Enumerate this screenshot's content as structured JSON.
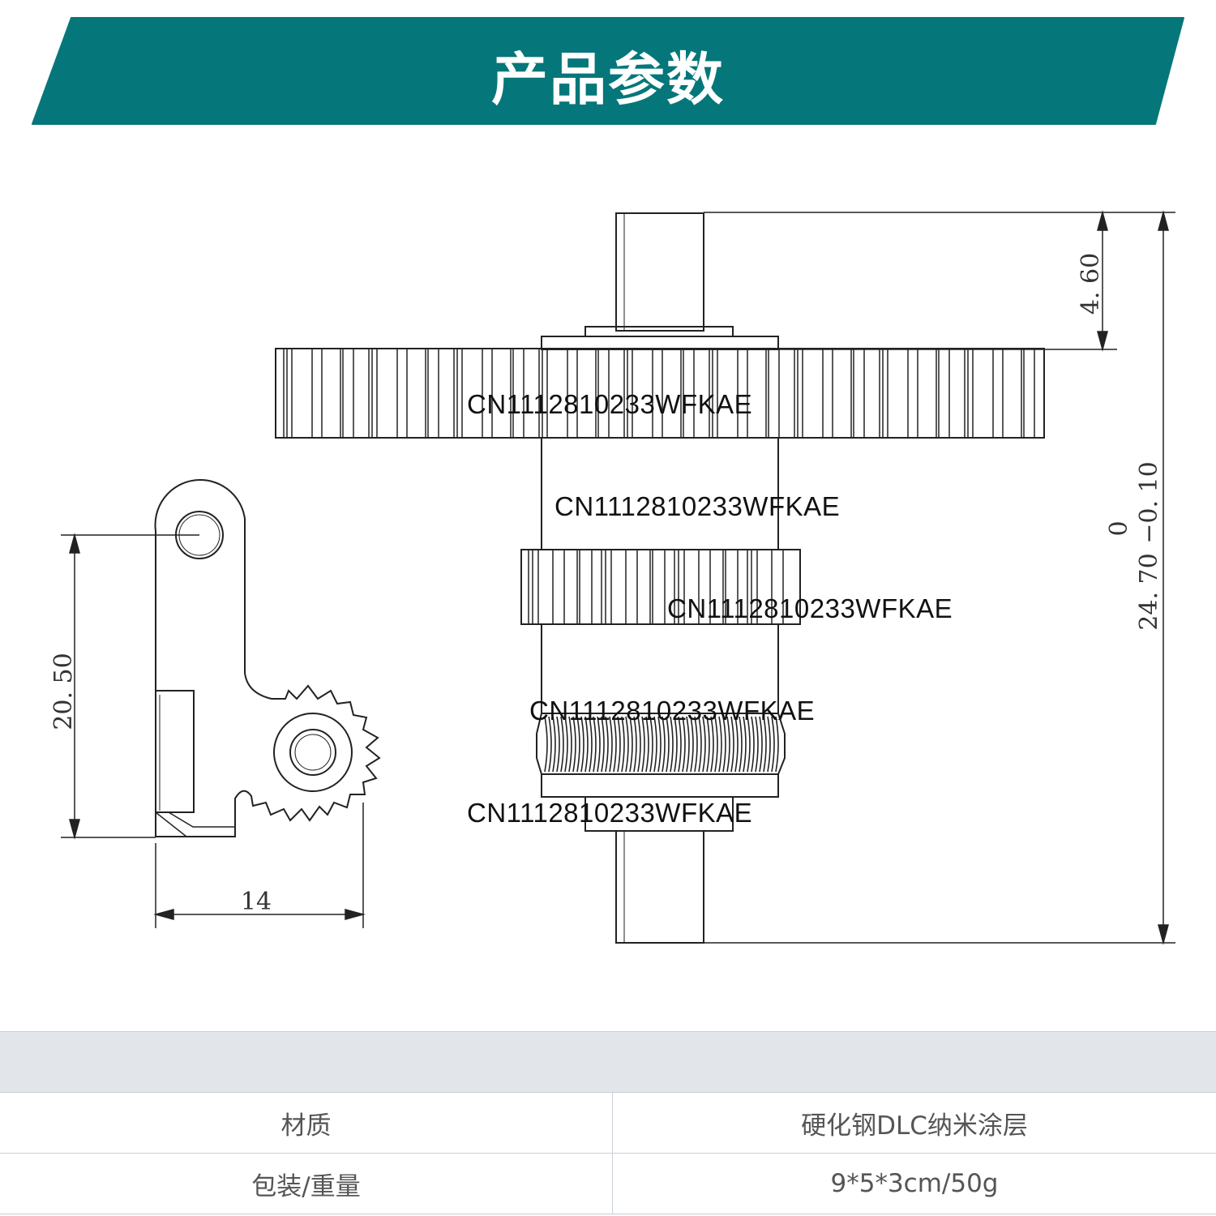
{
  "banner": {
    "title": "产品参数",
    "color": "#05777a"
  },
  "drawing": {
    "dimensions": {
      "shaft_top": "4. 60",
      "total_length_nominal": "24. 70",
      "total_length_upper_tol": "0",
      "total_length_lower_tol": "−0. 10",
      "arm_height": "20. 50",
      "arm_width": "14"
    },
    "watermarks": [
      "CN1112810233WFKAE",
      "CN1112810233WFKAE",
      "CN1112810233WFKAE",
      "CN1112810233WFKAE",
      "CN1112810233WFKAE"
    ]
  },
  "specs": {
    "rows": [
      {
        "label": "材质",
        "value": "硬化钢DLC纳米涂层"
      },
      {
        "label": "包装/重量",
        "value": "9*5*3cm/50g"
      }
    ]
  }
}
